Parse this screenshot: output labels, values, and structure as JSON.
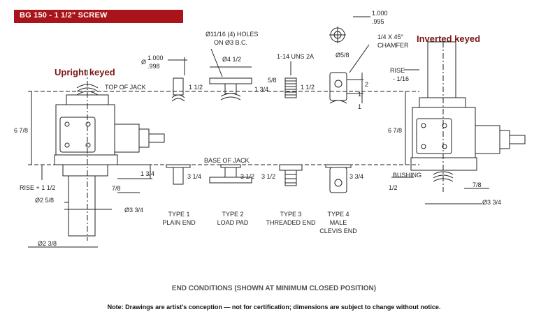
{
  "title": "BG 150 - 1 1/2\" SCREW",
  "headings": {
    "upright": "Upright keyed",
    "inverted": "Inverted keyed"
  },
  "caption": "END CONDITIONS (SHOWN AT MINIMUM CLOSED POSITION)",
  "note": "Note: Drawings are artist's conception — not for certification; dimensions are subject to change without notice.",
  "refs": {
    "top": "TOP OF JACK",
    "base": "BASE OF JACK",
    "bushing": "BUSHING"
  },
  "left_dims": {
    "height": "6 7/8",
    "rise": "RISE + 1 1/2",
    "d258": "Ø2 5/8",
    "d238": "Ø2 3/8",
    "d334": "Ø3 3/4",
    "h134": "1 3/4",
    "h78": "7/8"
  },
  "right_dims": {
    "rise": "RISE",
    "rise_sub": "- 1/16",
    "height": "6 7/8",
    "half": "1/2",
    "h78": "7/8",
    "d334": "Ø3 3/4"
  },
  "top_dims": {
    "d_prefix": "Ø",
    "d_num": "1.000",
    "d_den": ".998",
    "t1_h": "1 1/2",
    "holes1": "Ø11/16 (4) HOLES",
    "holes2": "ON Ø3 B.C.",
    "pad_d": "Ø4 1/2",
    "pad_h": "1 3/4",
    "pad_58": "5/8",
    "thread": "1-14 UNS 2A",
    "t3_h": "1 1/2",
    "clevis_d": "Ø5/8",
    "pin_num": "1.000",
    "pin_den": ".995",
    "chamfer1": "1/4 X 45°",
    "chamfer2": "CHAMFER",
    "c_2": "2",
    "c_1a": "1",
    "c_1b": "1"
  },
  "bottom_dims": {
    "t1": "3 1/4",
    "t2": "3 1/2",
    "t3": "3 1/2",
    "t4": "3 3/4"
  },
  "types": [
    {
      "l1": "TYPE 1",
      "l2": "PLAIN END",
      "l3": ""
    },
    {
      "l1": "TYPE 2",
      "l2": "LOAD PAD",
      "l3": ""
    },
    {
      "l1": "TYPE 3",
      "l2": "THREADED END",
      "l3": ""
    },
    {
      "l1": "TYPE 4",
      "l2": "MALE",
      "l3": "CLEVIS END"
    }
  ]
}
